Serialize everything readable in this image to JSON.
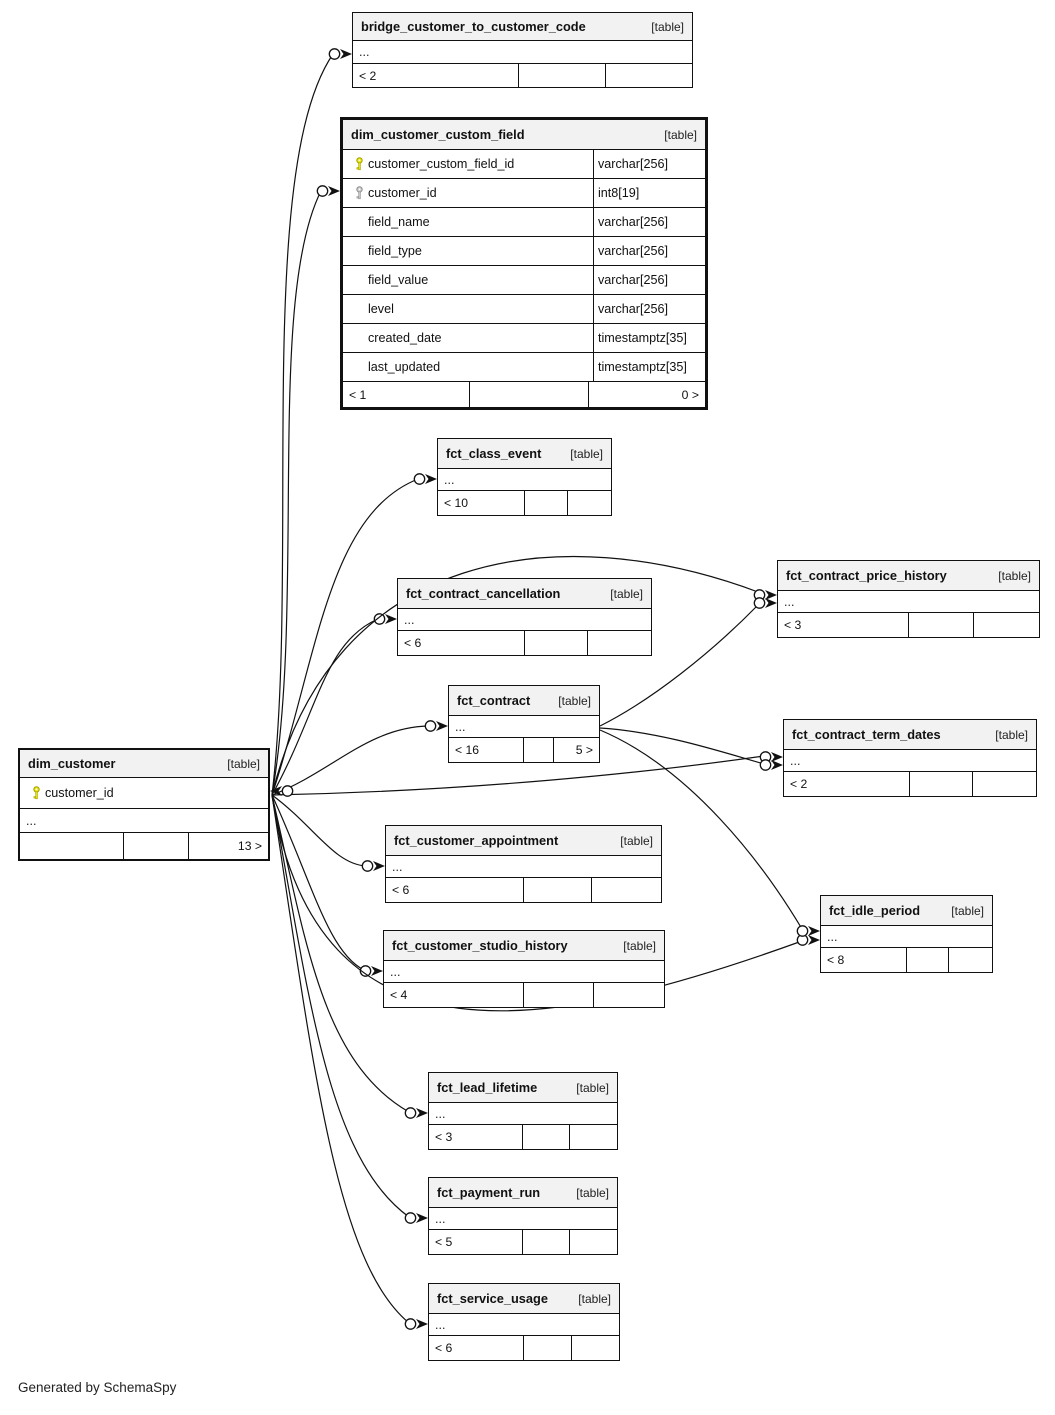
{
  "diagram": {
    "generator_note": "Generated by SchemaSpy",
    "badge": "[table]",
    "colors": {
      "header_bg": "#f2f2f2",
      "border": "#111111",
      "primary_key": "#e8e400",
      "foreign_key": "#c8c8c8"
    },
    "tables": [
      {
        "id": "bridge_customer_to_customer_code",
        "name": "bridge_customer_to_customer_code",
        "columns": [],
        "ellipsis": "...",
        "footer": {
          "left": "< 2",
          "mid": "",
          "right": ""
        }
      },
      {
        "id": "dim_customer_custom_field",
        "name": "dim_customer_custom_field",
        "columns": [
          {
            "name": "customer_custom_field_id",
            "type": "varchar[256]",
            "key": "primary"
          },
          {
            "name": "customer_id",
            "type": "int8[19]",
            "key": "foreign"
          },
          {
            "name": "field_name",
            "type": "varchar[256]",
            "key": null
          },
          {
            "name": "field_type",
            "type": "varchar[256]",
            "key": null
          },
          {
            "name": "field_value",
            "type": "varchar[256]",
            "key": null
          },
          {
            "name": "level",
            "type": "varchar[256]",
            "key": null
          },
          {
            "name": "created_date",
            "type": "timestamptz[35]",
            "key": null
          },
          {
            "name": "last_updated",
            "type": "timestamptz[35]",
            "key": null
          }
        ],
        "ellipsis": null,
        "footer": {
          "left": "< 1",
          "mid": "",
          "right": "0 >"
        }
      },
      {
        "id": "fct_class_event",
        "name": "fct_class_event",
        "columns": [],
        "ellipsis": "...",
        "footer": {
          "left": "< 10",
          "mid": "",
          "right": ""
        }
      },
      {
        "id": "fct_contract_cancellation",
        "name": "fct_contract_cancellation",
        "columns": [],
        "ellipsis": "...",
        "footer": {
          "left": "< 6",
          "mid": "",
          "right": ""
        }
      },
      {
        "id": "fct_contract",
        "name": "fct_contract",
        "columns": [],
        "ellipsis": "...",
        "footer": {
          "left": "< 16",
          "mid": "",
          "right": "5 >"
        }
      },
      {
        "id": "fct_contract_price_history",
        "name": "fct_contract_price_history",
        "columns": [],
        "ellipsis": "...",
        "footer": {
          "left": "< 3",
          "mid": "",
          "right": ""
        }
      },
      {
        "id": "fct_contract_term_dates",
        "name": "fct_contract_term_dates",
        "columns": [],
        "ellipsis": "...",
        "footer": {
          "left": "< 2",
          "mid": "",
          "right": ""
        }
      },
      {
        "id": "dim_customer",
        "name": "dim_customer",
        "columns": [
          {
            "name": "customer_id",
            "type": null,
            "key": "primary"
          }
        ],
        "ellipsis": "...",
        "footer": {
          "left": "",
          "mid": "",
          "right": "13 >"
        }
      },
      {
        "id": "fct_customer_appointment",
        "name": "fct_customer_appointment",
        "columns": [],
        "ellipsis": "...",
        "footer": {
          "left": "< 6",
          "mid": "",
          "right": ""
        }
      },
      {
        "id": "fct_customer_studio_history",
        "name": "fct_customer_studio_history",
        "columns": [],
        "ellipsis": "...",
        "footer": {
          "left": "< 4",
          "mid": "",
          "right": ""
        }
      },
      {
        "id": "fct_idle_period",
        "name": "fct_idle_period",
        "columns": [],
        "ellipsis": "...",
        "footer": {
          "left": "< 8",
          "mid": "",
          "right": ""
        }
      },
      {
        "id": "fct_lead_lifetime",
        "name": "fct_lead_lifetime",
        "columns": [],
        "ellipsis": "...",
        "footer": {
          "left": "< 3",
          "mid": "",
          "right": ""
        }
      },
      {
        "id": "fct_payment_run",
        "name": "fct_payment_run",
        "columns": [],
        "ellipsis": "...",
        "footer": {
          "left": "< 5",
          "mid": "",
          "right": ""
        }
      },
      {
        "id": "fct_service_usage",
        "name": "fct_service_usage",
        "columns": [],
        "ellipsis": "...",
        "footer": {
          "left": "< 6",
          "mid": "",
          "right": ""
        }
      }
    ],
    "relationships": [
      {
        "from": "dim_customer",
        "to": "bridge_customer_to_customer_code"
      },
      {
        "from": "dim_customer",
        "to": "dim_customer_custom_field"
      },
      {
        "from": "dim_customer",
        "to": "fct_class_event"
      },
      {
        "from": "dim_customer",
        "to": "fct_contract_cancellation"
      },
      {
        "from": "dim_customer",
        "to": "fct_contract"
      },
      {
        "from": "dim_customer",
        "to": "fct_contract_price_history"
      },
      {
        "from": "dim_customer",
        "to": "fct_contract_term_dates"
      },
      {
        "from": "dim_customer",
        "to": "fct_customer_appointment"
      },
      {
        "from": "dim_customer",
        "to": "fct_customer_studio_history"
      },
      {
        "from": "dim_customer",
        "to": "fct_idle_period"
      },
      {
        "from": "dim_customer",
        "to": "fct_lead_lifetime"
      },
      {
        "from": "dim_customer",
        "to": "fct_payment_run"
      },
      {
        "from": "dim_customer",
        "to": "fct_service_usage"
      },
      {
        "from": "fct_contract",
        "to": "fct_contract_price_history"
      },
      {
        "from": "fct_contract",
        "to": "fct_contract_term_dates"
      },
      {
        "from": "fct_contract",
        "to": "fct_idle_period"
      }
    ]
  }
}
